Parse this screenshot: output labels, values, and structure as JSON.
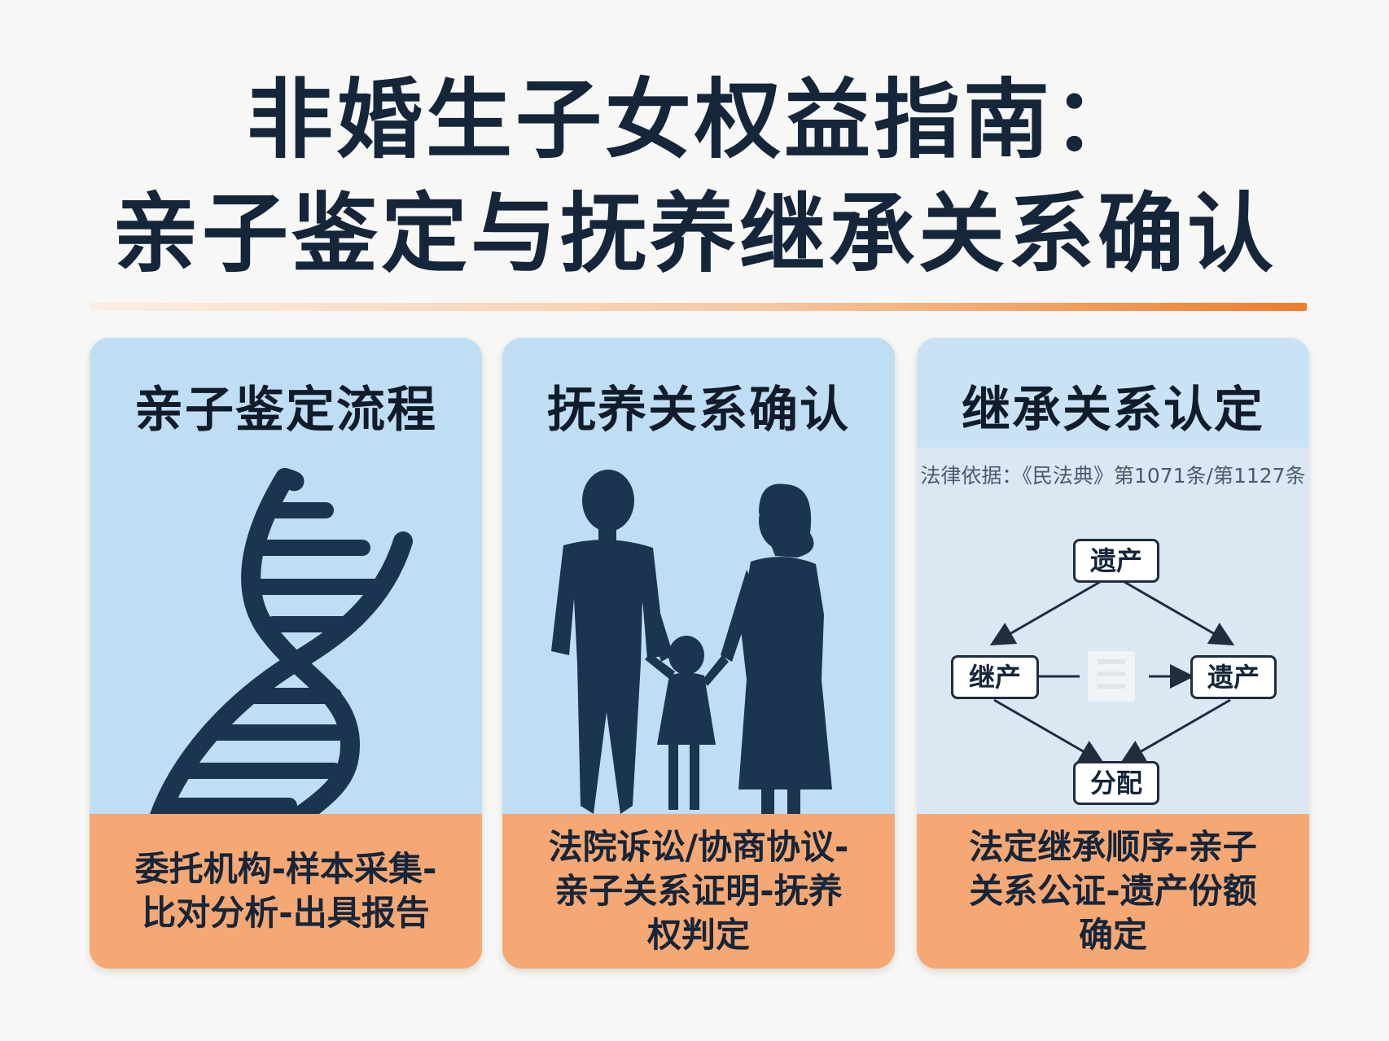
{
  "title": {
    "line1": "非婚生子女权益指南：",
    "line2": "亲子鉴定与抚养继承关系确认"
  },
  "cards": [
    {
      "heading": "亲子鉴定流程",
      "icon": "dna-icon",
      "steps": "委托机构-样本采集-比对分析-出具报告"
    },
    {
      "heading": "抚养关系确认",
      "icon": "family-silhouette-icon",
      "steps": "法院诉讼/协商协议-亲子关系证明-抚养权判定"
    },
    {
      "heading": "继承关系认定",
      "legal_basis": "法律依据：《民法典》第1071条/第1127条",
      "diagram": {
        "top": "遗产",
        "left": "继产",
        "right": "遗产",
        "bottom": "分配"
      },
      "steps": "法定继承顺序-亲子关系公证-遗产份额确定"
    }
  ],
  "colors": {
    "title": "#15253a",
    "card_bg": "#bfdef4",
    "card_foot": "#f5a873",
    "accent": "#ee7c2c",
    "silhouette": "#1b3450"
  }
}
